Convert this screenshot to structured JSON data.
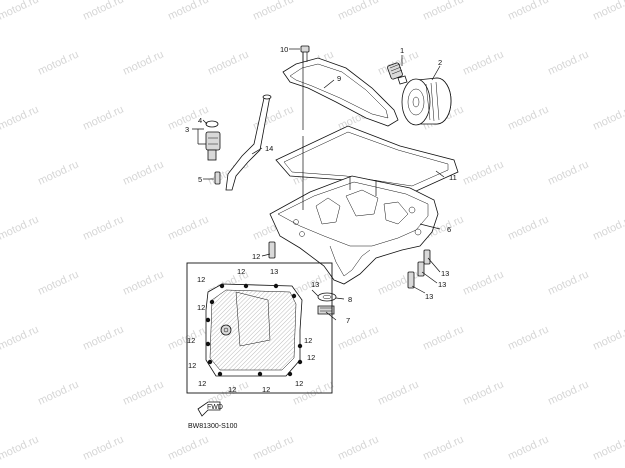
{
  "watermark": {
    "text": "motod.ru"
  },
  "callouts": [
    {
      "id": "c1",
      "label": "1"
    },
    {
      "id": "c2",
      "label": "2"
    },
    {
      "id": "c3",
      "label": "3"
    },
    {
      "id": "c4",
      "label": "4"
    },
    {
      "id": "c5",
      "label": "5"
    },
    {
      "id": "c6",
      "label": "6"
    },
    {
      "id": "c7",
      "label": "7"
    },
    {
      "id": "c8",
      "label": "8"
    },
    {
      "id": "c9",
      "label": "9"
    },
    {
      "id": "c10",
      "label": "10"
    },
    {
      "id": "c11",
      "label": "11"
    },
    {
      "id": "c12a",
      "label": "12"
    },
    {
      "id": "c13a",
      "label": "13"
    },
    {
      "id": "c13b",
      "label": "13"
    },
    {
      "id": "c13c",
      "label": "13"
    },
    {
      "id": "c14",
      "label": "14"
    },
    {
      "id": "d12a",
      "label": "12"
    },
    {
      "id": "d12b",
      "label": "12"
    },
    {
      "id": "d13a",
      "label": "13"
    },
    {
      "id": "d13b",
      "label": "13"
    },
    {
      "id": "d12c",
      "label": "12"
    },
    {
      "id": "d12d",
      "label": "12"
    },
    {
      "id": "d12e",
      "label": "12"
    },
    {
      "id": "d12f",
      "label": "12"
    },
    {
      "id": "d12g",
      "label": "12"
    },
    {
      "id": "d12h",
      "label": "12"
    },
    {
      "id": "d12i",
      "label": "12"
    },
    {
      "id": "d12j",
      "label": "12"
    },
    {
      "id": "d12k",
      "label": "12"
    }
  ],
  "front_label": "FWD",
  "diagram_code": "BW81300-S100"
}
